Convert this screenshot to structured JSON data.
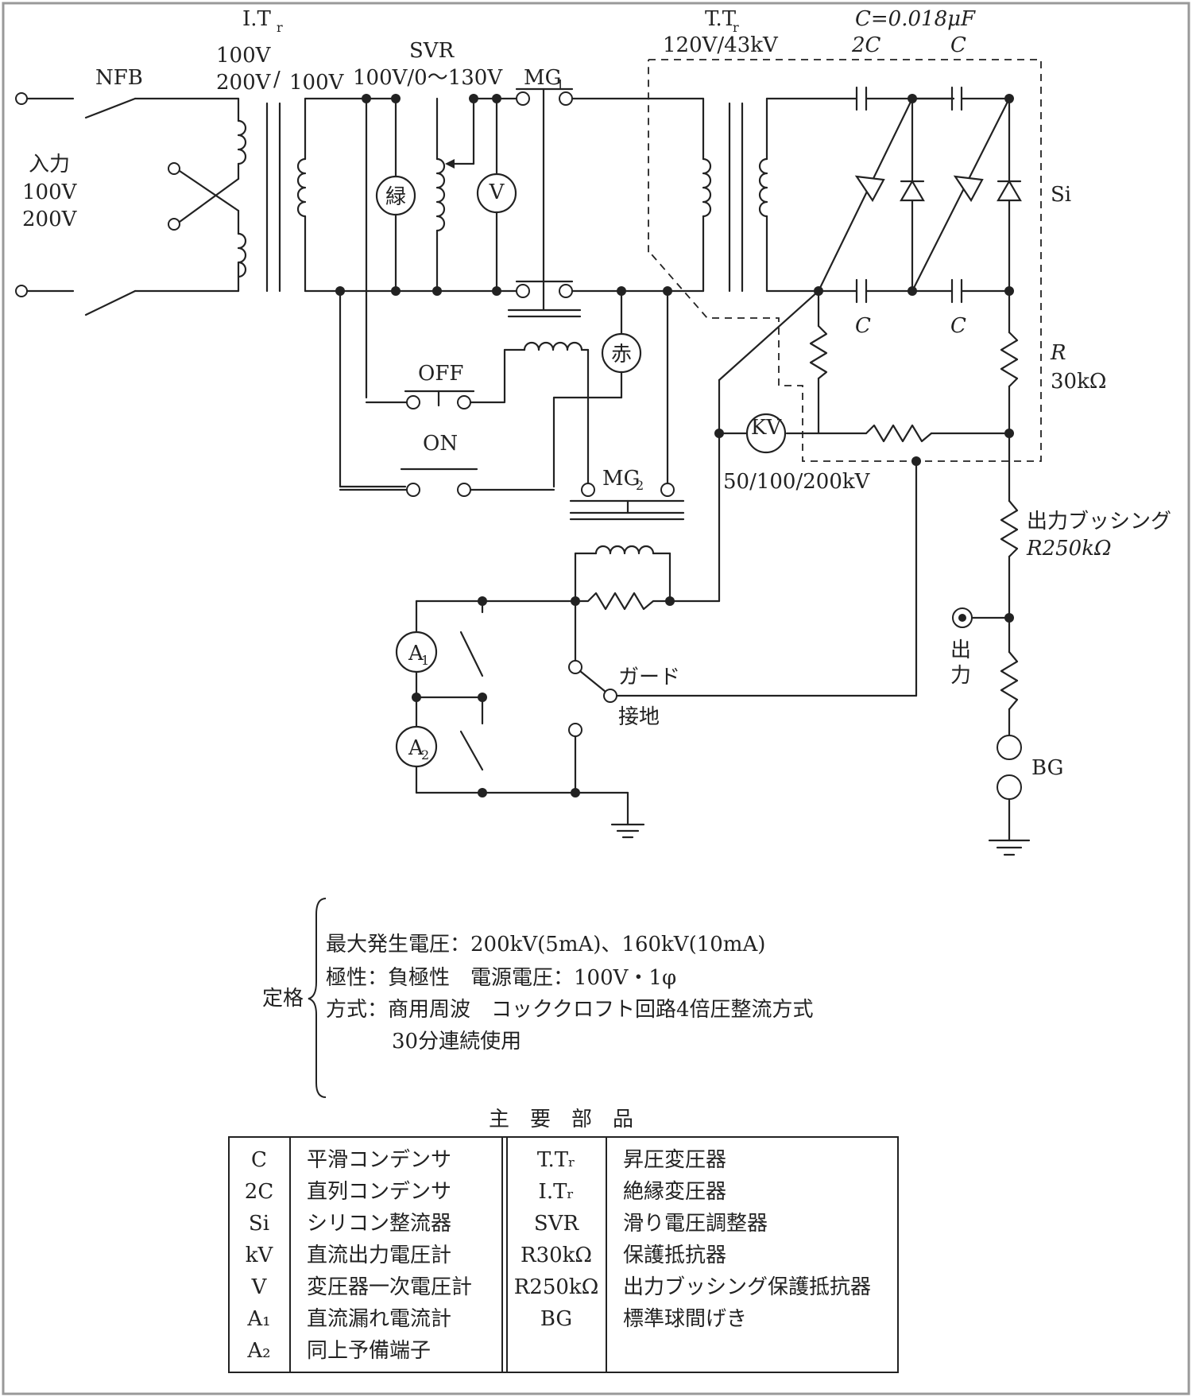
{
  "labels": {
    "nfb": "NFB",
    "input_line1": "入力",
    "input_line2": "100V",
    "input_line3": "200V",
    "itr_main": "I.T",
    "itr_sub": "r",
    "itr_v1": "100V",
    "itr_v2": "200V",
    "itr_slash": "/",
    "itr_v3": "100V",
    "svr_name": "SVR",
    "svr_range": "100V/0〜130V",
    "mg1_main": "MG",
    "mg1_sub": "1",
    "ttr_main": "T.T",
    "ttr_sub": "r",
    "ttr_ratio": "120V/43kV",
    "cap_value": "C=0.018μF",
    "cap_2c": "2C",
    "cap_c_top": "C",
    "cap_c_bot1": "C",
    "cap_c_bot2": "C",
    "si": "Si",
    "r_label": "R",
    "r_value": "30kΩ",
    "green_lamp": "緑",
    "red_lamp": "赤",
    "v_meter": "V",
    "kv_meter": "KV",
    "off": "OFF",
    "on": "ON",
    "mg2_main": "MG",
    "mg2_sub": "2",
    "kv_range": "50/100/200kV",
    "bushing_name": "出力ブッシング",
    "bushing_value": "R250kΩ",
    "output_v1": "出",
    "output_v2": "力",
    "guard": "ガード",
    "ground": "接地",
    "a1_main": "A",
    "a1_sub": "1",
    "a2_main": "A",
    "a2_sub": "2",
    "bg": "BG"
  },
  "rating": {
    "title": "定格",
    "lines": [
      "最大発生電圧：200kV(5mA)、160kV(10mA)",
      "極性：負極性　電源電圧：100V・1φ",
      "方式：商用周波　コッククロフト回路4倍圧整流方式",
      "30分連続使用"
    ]
  },
  "parts_table": {
    "title": "主　要　部　品",
    "left": [
      {
        "symbol": "C",
        "desc": "平滑コンデンサ"
      },
      {
        "symbol": "2C",
        "desc": "直列コンデンサ"
      },
      {
        "symbol": "Si",
        "desc": "シリコン整流器"
      },
      {
        "symbol": "kV",
        "desc": "直流出力電圧計"
      },
      {
        "symbol": "V",
        "desc": "変圧器一次電圧計"
      },
      {
        "symbol": "A₁",
        "desc": "直流漏れ電流計"
      },
      {
        "symbol": "A₂",
        "desc": "同上予備端子"
      }
    ],
    "right": [
      {
        "symbol": "T.Tᵣ",
        "desc": "昇圧変圧器"
      },
      {
        "symbol": "I.Tᵣ",
        "desc": "絶縁変圧器"
      },
      {
        "symbol": "SVR",
        "desc": "滑り電圧調整器"
      },
      {
        "symbol": "R30kΩ",
        "desc": "保護抵抗器"
      },
      {
        "symbol": "R250kΩ",
        "desc": "出力ブッシング保護抵抗器"
      },
      {
        "symbol": "BG",
        "desc": "標準球間げき"
      }
    ]
  }
}
